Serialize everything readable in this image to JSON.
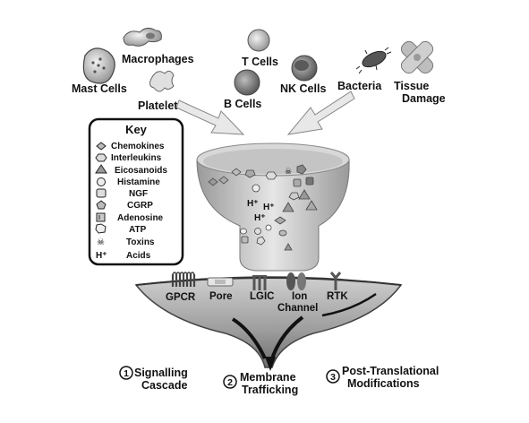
{
  "cells": {
    "mast": "Mast Cells",
    "macrophages": "Macrophages",
    "platelet": "Platelet",
    "t_cells": "T Cells",
    "b_cells": "B Cells",
    "nk_cells": "NK Cells",
    "bacteria": "Bacteria",
    "tissue_damage_line1": "Tissue",
    "tissue_damage_line2": "Damage"
  },
  "key": {
    "title": "Key",
    "items": [
      "Chemokines",
      "Interleukins",
      "Eicosanoids",
      "Histamine",
      "NGF",
      "CGRP",
      "Adenosine",
      "ATP",
      "Toxins",
      "Acids"
    ]
  },
  "receptors": {
    "gpcr": "GPCR",
    "pore": "Pore",
    "lgic": "LGIC",
    "ion_line1": "Ion",
    "ion_line2": "Channel",
    "rtk": "RTK"
  },
  "outcomes": [
    {
      "number": "1",
      "line1": "Signalling",
      "line2": "Cascade"
    },
    {
      "number": "2",
      "line1": "Membrane",
      "line2": "Trafficking"
    },
    {
      "number": "3",
      "line1": "Post-Translational",
      "line2": "Modifications"
    }
  ],
  "acid_symbol": "H⁺"
}
